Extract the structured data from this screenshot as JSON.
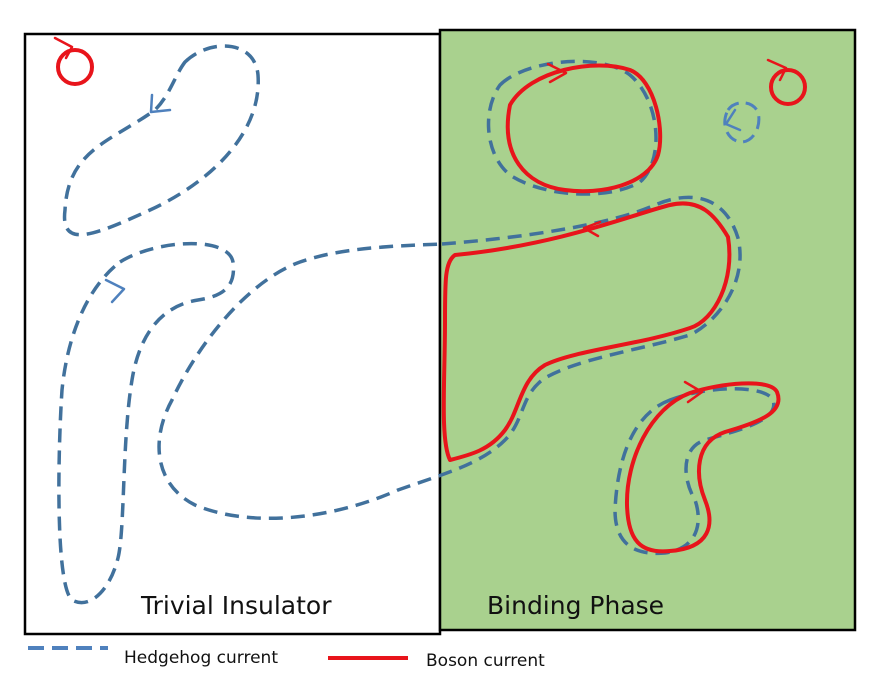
{
  "regions": {
    "left_label": "Trivial Insulator",
    "right_label": "Binding Phase",
    "right_fill": "#a9d18e"
  },
  "legend": {
    "hedgehog_label": "Hedgehog current",
    "boson_label": "Boson current",
    "hedgehog_color": "#4f81bd",
    "boson_color": "#e8141b"
  }
}
